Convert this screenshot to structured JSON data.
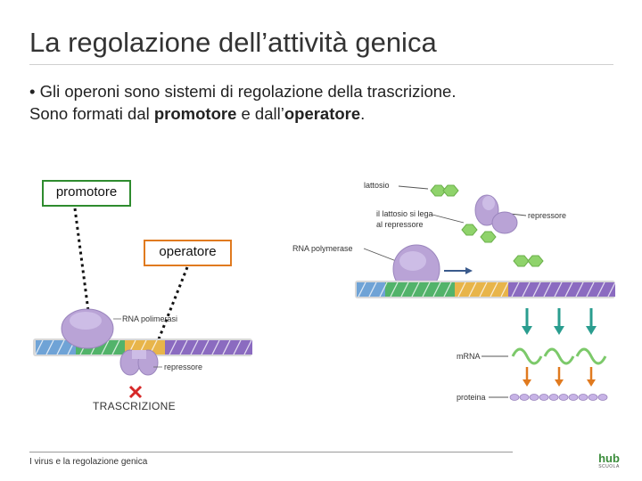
{
  "title": "La regolazione dell’attività genica",
  "bullet": {
    "marker": "•",
    "line1": "Gli operoni sono sistemi di regolazione della trascrizione.",
    "line2_pre": "Sono formati dal ",
    "line2_bold1": "promotore",
    "line2_mid": " e dall’",
    "line2_bold2": "operatore",
    "line2_post": "."
  },
  "boxes": {
    "promotore": "promotore",
    "operatore": "operatore"
  },
  "left_diagram": {
    "rna_polymerase_label": "RNA polimerasi",
    "repressor_label": "repressore",
    "result_label": "TRASCRIZIONE"
  },
  "right_diagram": {
    "lactose_label": "lattosio",
    "binding_label_1": "il lattosio si lega",
    "binding_label_2": "al repressore",
    "repressor_label": "repressore",
    "rna_polymerase_label": "RNA polymerase",
    "mrna_label": "mRNA",
    "protein_label": "proteina"
  },
  "footer": "I virus e la regolazione genica",
  "logo": {
    "line1": "hub",
    "line2": "SCUOLA"
  },
  "colors": {
    "promoter_box": "#2e8b2e",
    "operator_box": "#e07a1f",
    "polymerase": "#b9a3d6",
    "lactose": "#8fd36b",
    "arrow": "#2a9d8f",
    "block": "#d62828"
  }
}
